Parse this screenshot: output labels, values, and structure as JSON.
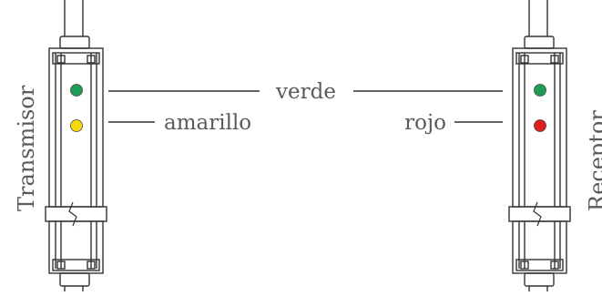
{
  "labels": {
    "transmisor": "Transmisor",
    "receptor": "Receptor",
    "verde": "verde",
    "amarillo": "amarillo",
    "rojo": "rojo"
  },
  "colors": {
    "stroke": "#333333",
    "text": "#5a5a5a",
    "led_green": "#1f9d55",
    "led_yellow": "#f5d90a",
    "led_red": "#e02020"
  }
}
